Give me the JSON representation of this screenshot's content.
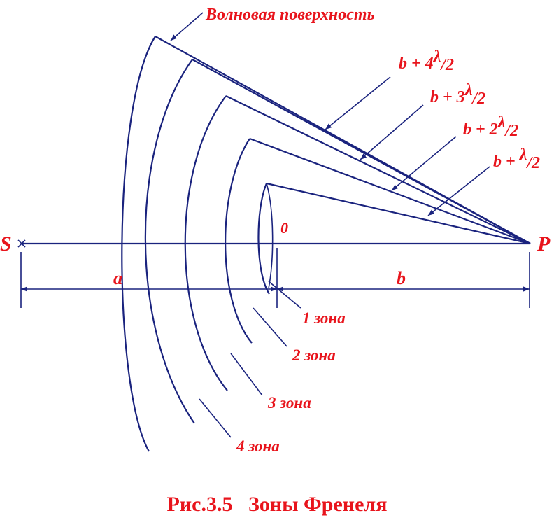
{
  "labels": {
    "wave_surface": "Волновая поверхность",
    "source": "S",
    "point": "P",
    "origin": "0",
    "dist_a": "a",
    "dist_b": "b",
    "caption": "Рис.3.5   Зоны Френеля"
  },
  "path_labels": [
    {
      "prefix": "b + 4",
      "lambda": "λ",
      "denom": "/2"
    },
    {
      "prefix": "b + 3",
      "lambda": "λ",
      "denom": "/2"
    },
    {
      "prefix": "b + 2",
      "lambda": "λ",
      "denom": "/2"
    },
    {
      "prefix": "b + ",
      "lambda": "λ",
      "denom": "/2"
    }
  ],
  "zones": [
    "1 зона",
    "2 зона",
    "3 зона",
    "4 зона"
  ],
  "colors": {
    "line": "#1a237e",
    "text": "#e8141c"
  }
}
